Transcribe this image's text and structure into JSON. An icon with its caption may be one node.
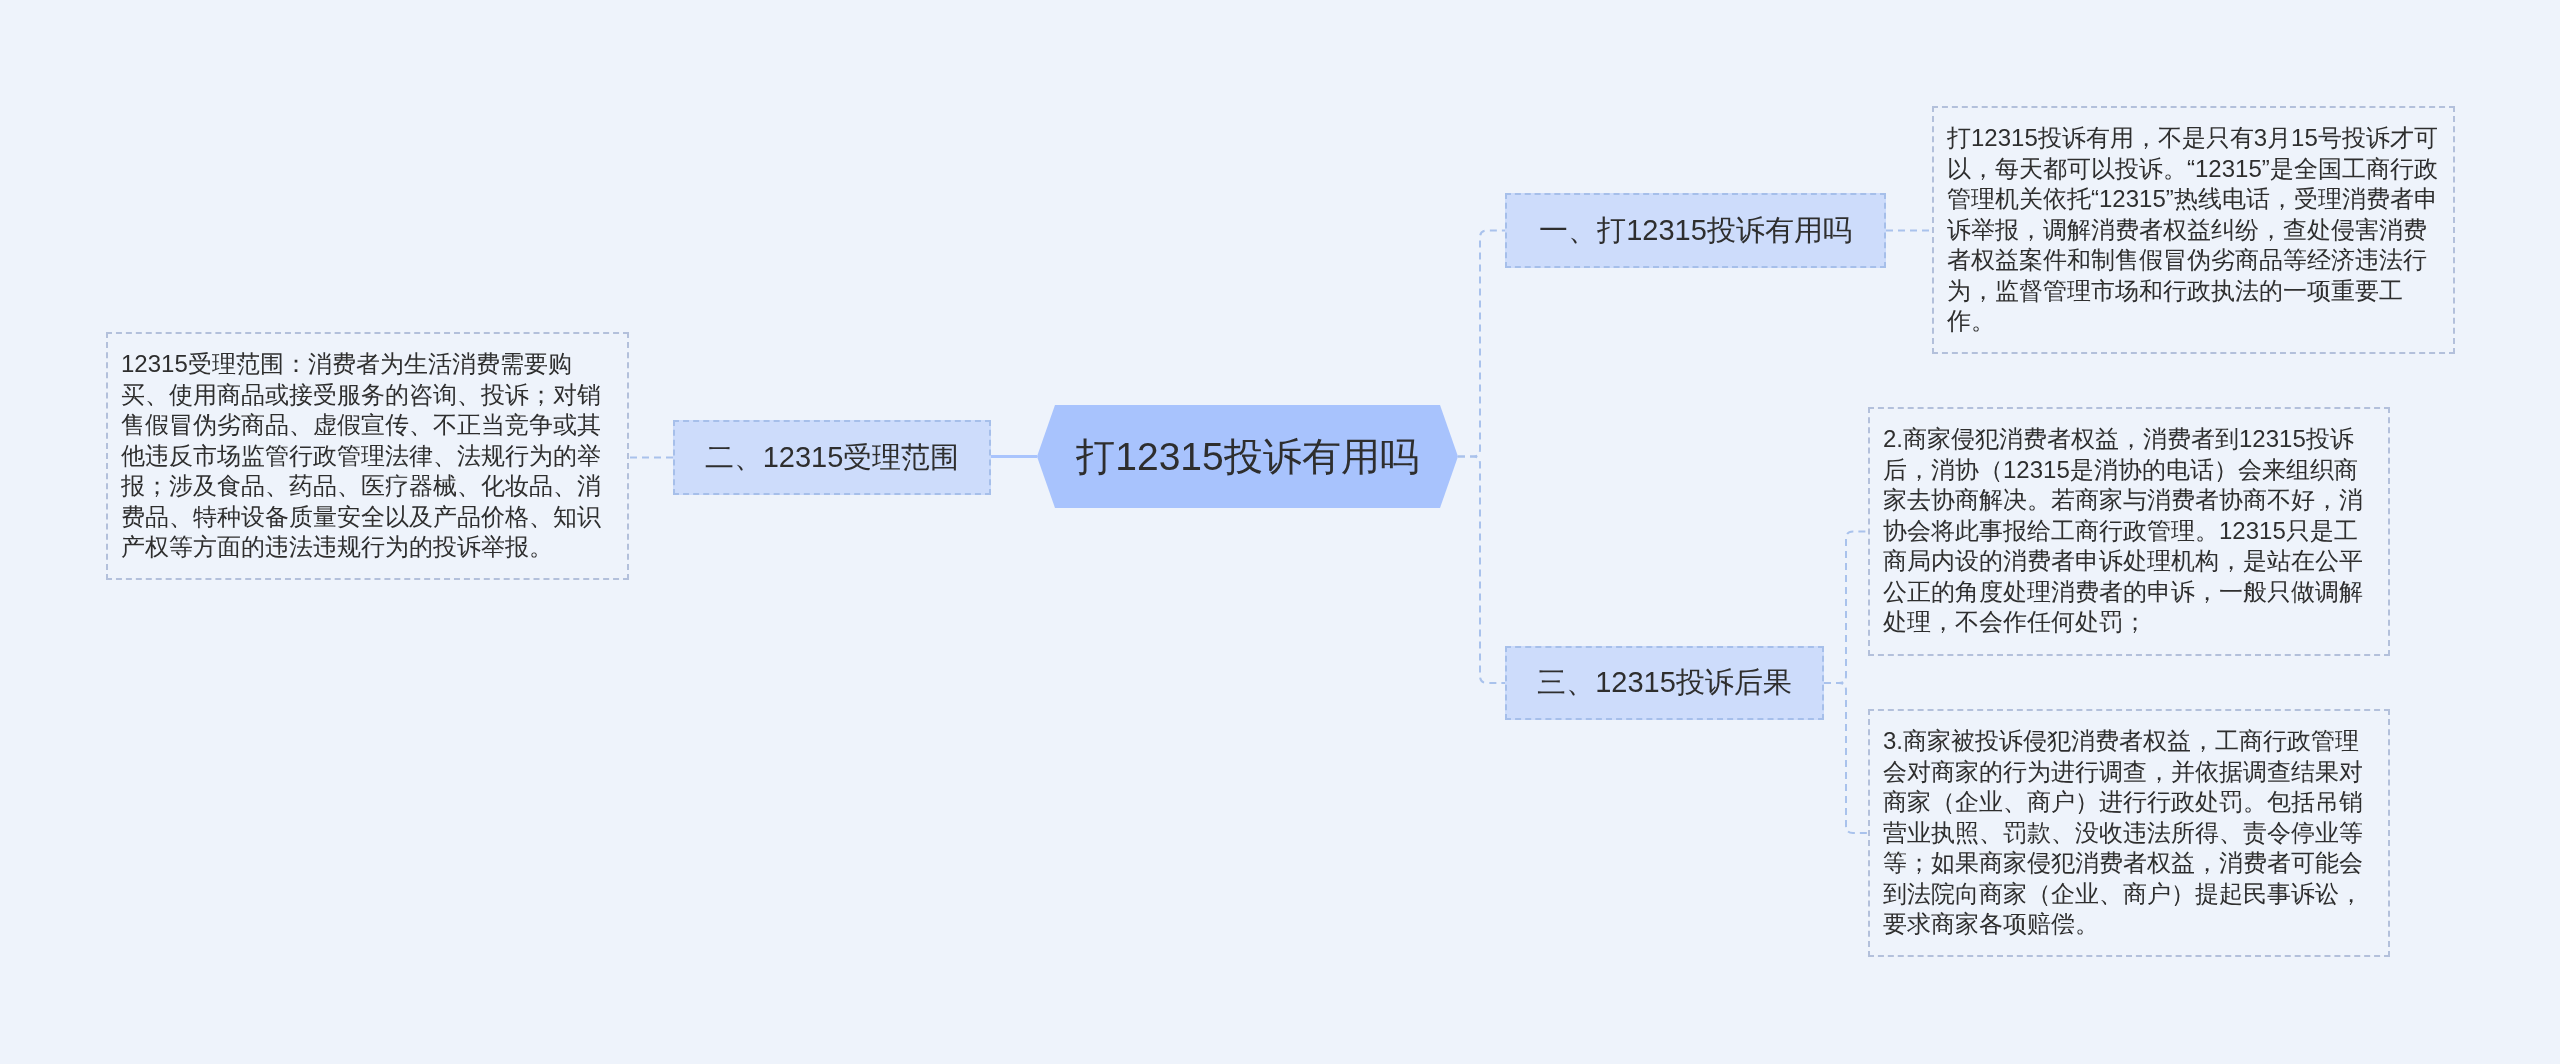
{
  "diagram": {
    "nodes": [
      {
        "text": [
          "打12315投诉有用吗"
        ]
      },
      {
        "text": [
          "一、打12315投诉有用吗"
        ]
      },
      {
        "text": [
          "打12315投诉有用，不是只有3月15号投诉才可以，每天都可以投诉。“12315”是全国工商行政管理机关依托“12315”热线电话，受理消费者申诉举报，调解消费者权益纠纷，查处侵害消费者权益案件和制售假冒伪劣商品等经济违法行为，监督管理市场和行政执法的一项重要工作。"
        ]
      },
      {
        "text": [
          "三、12315投诉后果"
        ]
      },
      {
        "text": [
          "2.商家侵犯消费者权益，消费者到12315投诉后，消协（12315是消协的电话）会来组织商家去协商解决。若商家与消费者协商不好，消协会将此事报给工商行政管理。12315只是工商局内设的消费者申诉处理机构，是站在公平公正的角度处理消费者的申诉，一般只做调解处理，不会作任何处罚；"
        ]
      },
      {
        "text": [
          "3.商家被投诉侵犯消费者权益，工商行政管理会对商家的行为进行调查，并依据调查结果对商家（企业、商户）进行行政处罚。包括吊销营业执照、罚款、没收违法所得、责令停业等等；如果商家侵犯消费者权益，消费者可能会到法院向商家（企业、商户）提起民事诉讼，要求商家各项赔偿。"
        ]
      },
      {
        "text": [
          "二、12315受理范围"
        ]
      },
      {
        "text": [
          "12315受理范围：消费者为生活消费需要购买、使用商品或接受服务的咨询、投诉；对销售假冒伪劣商品、虚假宣传、不正当竞争或其他违反市场监管行政管理法律、法规行为的举报；涉及食品、药品、医疗器械、化妆品、消费品、特种设备质量安全以及产品价格、知识产权等方面的违法违规行为的投诉举报。"
        ]
      }
    ],
    "edges": [
      {
        "from": 0,
        "to": 1,
        "arrow": "none",
        "style": "dashed"
      },
      {
        "from": 1,
        "to": 2,
        "arrow": "none",
        "style": "dashed"
      },
      {
        "from": 0,
        "to": 3,
        "arrow": "none",
        "style": "dashed"
      },
      {
        "from": 3,
        "to": 4,
        "arrow": "none",
        "style": "dashed"
      },
      {
        "from": 3,
        "to": 5,
        "arrow": "none",
        "style": "dashed"
      },
      {
        "from": 0,
        "to": 6,
        "arrow": "none"
      },
      {
        "from": 6,
        "to": 7,
        "arrow": "none",
        "style": "dashed"
      }
    ]
  }
}
